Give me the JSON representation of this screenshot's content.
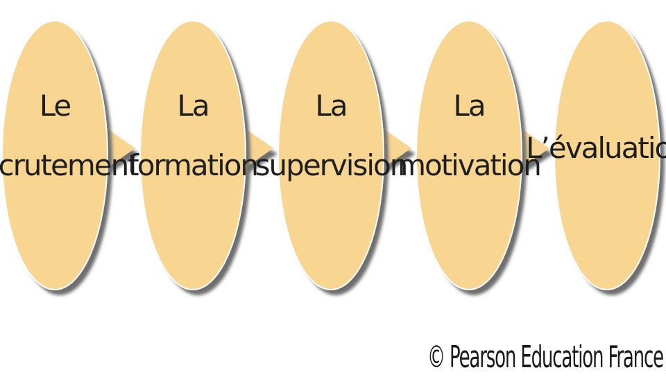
{
  "diagram": {
    "colors": {
      "node_fill": "#f8d591",
      "node_shadow": "#6e6e6e",
      "node_edge": "#ffffff",
      "text": "#1e1e1e"
    },
    "nodes": [
      {
        "lines": [
          "Le",
          "recrutement"
        ]
      },
      {
        "lines": [
          "La",
          "formation"
        ]
      },
      {
        "lines": [
          "La",
          "supervision"
        ]
      },
      {
        "lines": [
          "La",
          "motivation"
        ]
      },
      {
        "lines": [
          "L’évaluation"
        ]
      }
    ],
    "copyright": "© Pearson Education France"
  }
}
